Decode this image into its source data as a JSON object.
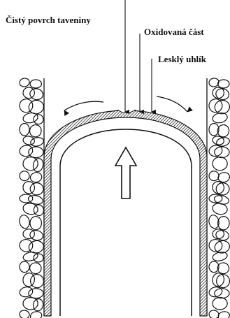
{
  "labels": {
    "clean_surface": "Čistý povrch taveniny",
    "oxidized_part": "Oxidovaná část",
    "lustrous_carbon": "Lesklý uhlík"
  },
  "colors": {
    "ink": "#111111",
    "background": "#ffffff"
  }
}
